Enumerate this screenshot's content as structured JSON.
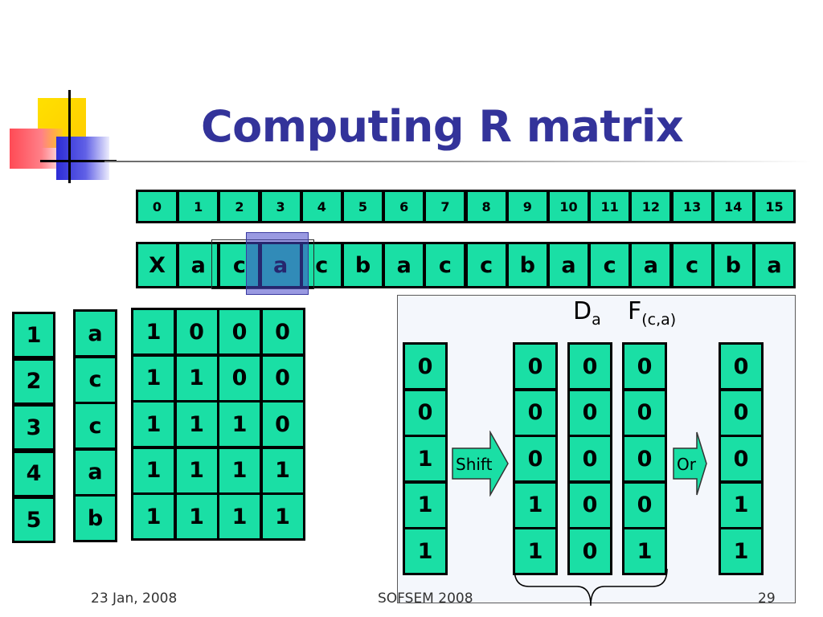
{
  "title": "Computing R matrix",
  "index_row": [
    "0",
    "1",
    "2",
    "3",
    "4",
    "5",
    "6",
    "7",
    "8",
    "9",
    "10",
    "11",
    "12",
    "13",
    "14",
    "15"
  ],
  "text_row": [
    "X",
    "a",
    "c",
    "a",
    "c",
    "b",
    "a",
    "c",
    "c",
    "b",
    "a",
    "c",
    "a",
    "c",
    "b",
    "a"
  ],
  "row_numbers": [
    "1",
    "2",
    "3",
    "4",
    "5"
  ],
  "pattern": [
    "a",
    "c",
    "c",
    "a",
    "b"
  ],
  "r_matrix": [
    [
      "1",
      "0",
      "0",
      "0"
    ],
    [
      "1",
      "1",
      "0",
      "0"
    ],
    [
      "1",
      "1",
      "1",
      "0"
    ],
    [
      "1",
      "1",
      "1",
      "1"
    ],
    [
      "1",
      "1",
      "1",
      "1"
    ]
  ],
  "panel": {
    "col_prev": [
      "0",
      "0",
      "1",
      "1",
      "1"
    ],
    "shift_label": "Shift",
    "col_shifted": [
      "0",
      "0",
      "0",
      "1",
      "1"
    ],
    "label_d": "D",
    "label_d_sub": "a",
    "col_d": [
      "0",
      "0",
      "0",
      "0",
      "0"
    ],
    "label_f": "F",
    "label_f_sub": "(c,a)",
    "col_f": [
      "0",
      "0",
      "0",
      "0",
      "1"
    ],
    "or_label": "Or",
    "col_result": [
      "0",
      "0",
      "0",
      "1",
      "1"
    ]
  },
  "footer": {
    "date": "23 Jan, 2008",
    "conference": "SOFSEM 2008",
    "page": "29"
  },
  "colors": {
    "cell": "#1adfa5",
    "title": "#33339a",
    "highlight": "#4646c8"
  }
}
